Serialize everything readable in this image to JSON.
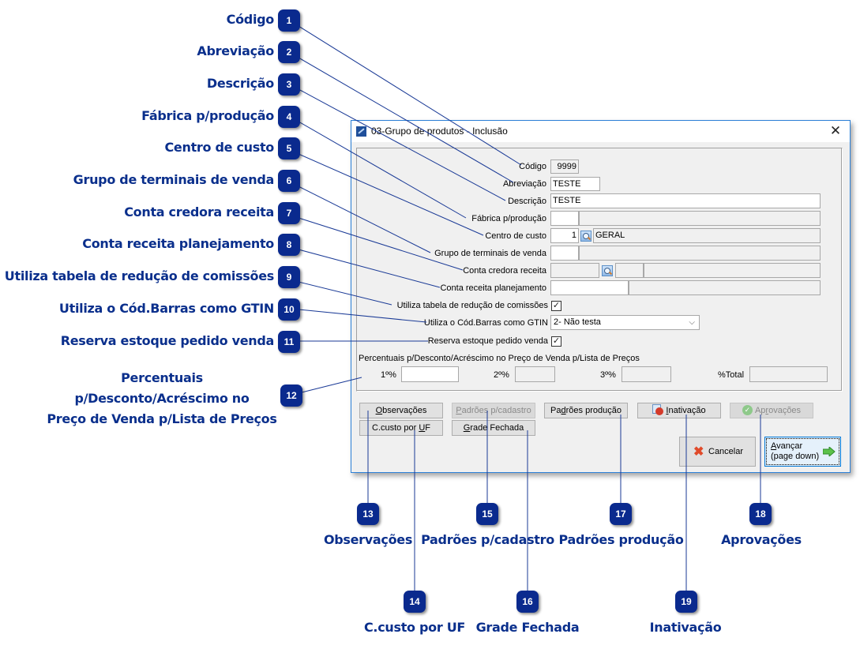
{
  "window": {
    "title": "03-Grupo de produtos - Inclusão",
    "close_glyph": "✕",
    "fields": {
      "codigo": {
        "label": "Código",
        "value": "9999"
      },
      "abreviacao": {
        "label": "Abreviação",
        "value": "TESTE"
      },
      "descricao": {
        "label": "Descrição",
        "value": "TESTE"
      },
      "fabrica": {
        "label": "Fábrica p/produção",
        "value": "",
        "desc": ""
      },
      "centro_custo": {
        "label": "Centro de custo",
        "value": "1",
        "desc": "GERAL"
      },
      "grupo_terminais": {
        "label": "Grupo de terminais de venda",
        "value": "",
        "desc": ""
      },
      "conta_credora": {
        "label": "Conta credora receita",
        "value": "",
        "code": "",
        "desc": ""
      },
      "conta_planejamento": {
        "label": "Conta receita planejamento",
        "value": "",
        "desc": ""
      },
      "utiliza_tabela": {
        "label": "Utiliza tabela de redução de comissões",
        "checked": true,
        "glyph": "✓"
      },
      "gtin": {
        "label": "Utiliza o Cód.Barras como GTIN",
        "selected": "2- Não testa",
        "arrow": "⌵"
      },
      "reserva": {
        "label": "Reserva estoque pedido venda",
        "checked": true,
        "glyph": "✓"
      }
    },
    "percentuais": {
      "title": "Percentuais p/Desconto/Acréscimo no Preço de Venda p/Lista de Preços",
      "p1": {
        "label": "1º%",
        "value": ""
      },
      "p2": {
        "label": "2º%",
        "value": ""
      },
      "p3": {
        "label": "3º%",
        "value": ""
      },
      "total": {
        "label": "%Total",
        "value": ""
      }
    },
    "buttons": {
      "observacoes": {
        "pre": "",
        "ul": "O",
        "post": "bservações"
      },
      "padroes_cadastro": {
        "pre": "",
        "ul": "P",
        "post": "adrões p/cadastro"
      },
      "padroes_producao": {
        "pre": "Pa",
        "ul": "d",
        "post": "rões produção"
      },
      "inativacao": {
        "pre": "",
        "ul": "I",
        "post": "nativação"
      },
      "aprovacoes": {
        "pre": "Ap",
        "ul": "r",
        "post": "ovações"
      },
      "ccusto_uf": {
        "pre": "C.custo por ",
        "ul": "U",
        "post": "F"
      },
      "grade_fechada": {
        "pre": "",
        "ul": "G",
        "post": "rade Fechada"
      },
      "cancelar": {
        "label": "Cancelar"
      },
      "avancar": {
        "ul": "A",
        "line1": "vançar",
        "line2": "(page down)"
      }
    }
  },
  "callouts": [
    {
      "n": "1",
      "label": "Código"
    },
    {
      "n": "2",
      "label": "Abreviação"
    },
    {
      "n": "3",
      "label": "Descrição"
    },
    {
      "n": "4",
      "label": "Fábrica p/produção"
    },
    {
      "n": "5",
      "label": "Centro de custo"
    },
    {
      "n": "6",
      "label": "Grupo de terminais de venda"
    },
    {
      "n": "7",
      "label": "Conta credora receita"
    },
    {
      "n": "8",
      "label": "Conta receita planejamento"
    },
    {
      "n": "9",
      "label": "Utiliza tabela de redução de comissões"
    },
    {
      "n": "10",
      "label": "Utiliza o Cód.Barras como GTIN"
    },
    {
      "n": "11",
      "label": "Reserva estoque pedido venda"
    },
    {
      "n": "12",
      "label_lines": [
        "Percentuais",
        "p/Desconto/Acréscimo no",
        "Preço de Venda p/Lista de Preços"
      ]
    },
    {
      "n": "13",
      "label": "Observações"
    },
    {
      "n": "14",
      "label": "C.custo por UF"
    },
    {
      "n": "15",
      "label": "Padrões p/cadastro"
    },
    {
      "n": "16",
      "label": "Grade Fechada"
    },
    {
      "n": "17",
      "label": "Padrões produção"
    },
    {
      "n": "18",
      "label": "Aprovações"
    },
    {
      "n": "19",
      "label": "Inativação"
    }
  ],
  "colors": {
    "callout": "#0a2f8c",
    "badge": "#0a2a8e",
    "window_border": "#2b7fd6"
  }
}
